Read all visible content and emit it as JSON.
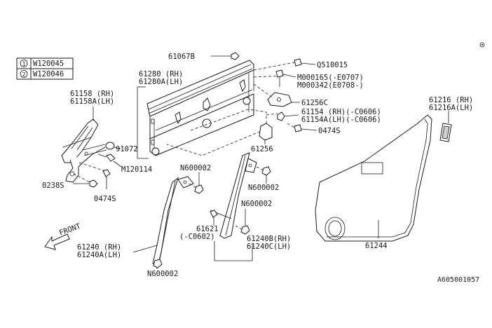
{
  "legend": [
    {
      "marker": "1",
      "code": "W120045"
    },
    {
      "marker": "2",
      "code": "W120046"
    }
  ],
  "labels": {
    "p61067b": "61067B",
    "q510015": "Q510015",
    "m000165": "M000165(-E0707)",
    "m000342": "M000342(E0708-)",
    "p61256c": "61256C",
    "p61154": "61154 (RH)(-C0606)",
    "p61154a": "61154A(LH)(-C0606)",
    "p0474s_mid": "0474S",
    "p61216": "61216 (RH)",
    "p61216a": "61216A(LH)",
    "p61280": "61280 (RH)",
    "p61280a": "61280A(LH)",
    "p61158": "61158 (RH)",
    "p61158a": "61158A(LH)",
    "p91072": "91072",
    "m120114": "M120114",
    "p0238s": "0238S",
    "p0474s_left": "0474S",
    "p61256": "61256",
    "n600002_a": "N600002",
    "n600002_b": "N600002",
    "n600002_c": "N600002",
    "n600002_d": "N600002",
    "p61621": "61621",
    "c0602": "(-C0602)",
    "p61240b": "61240B(RH)",
    "p61240c": "61240C(LH)",
    "p61240": "61240 (RH)",
    "p61240a": "61240A(LH)",
    "p61244": "61244",
    "front": "FRONT",
    "diagram_id": "A605001057"
  }
}
